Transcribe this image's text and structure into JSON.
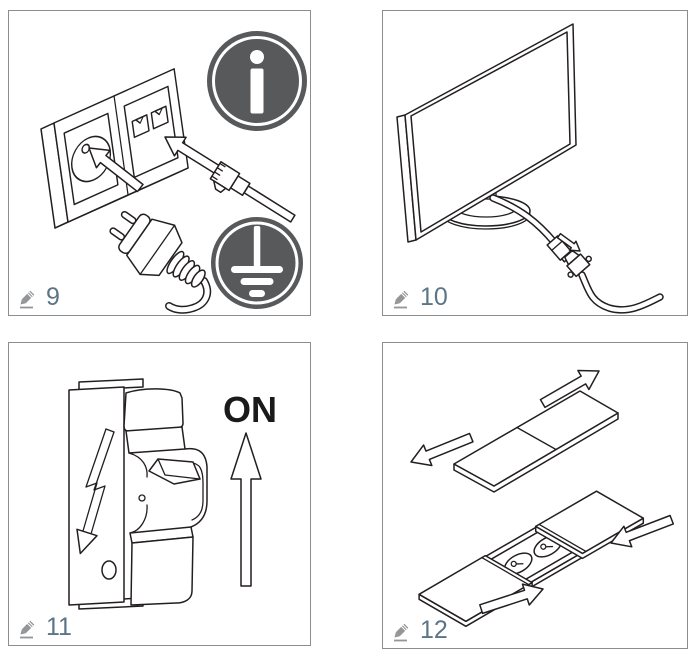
{
  "page": {
    "background": "#ffffff",
    "panel_border_color": "#8b8e90",
    "line_color": "#231f20",
    "icon_fill_color": "#58595b",
    "icon_detail_color": "#ffffff",
    "step_number_color": "#5b7586",
    "pencil_color": "#939598"
  },
  "panels": [
    {
      "id": "step-9",
      "number": "9",
      "icons": [
        "info-icon",
        "ground-icon",
        "pencil-icon"
      ]
    },
    {
      "id": "step-10",
      "number": "10",
      "icons": [
        "pencil-icon"
      ]
    },
    {
      "id": "step-11",
      "number": "11",
      "on_label": "ON",
      "icons": [
        "pencil-icon"
      ]
    },
    {
      "id": "step-12",
      "number": "12",
      "icons": [
        "pencil-icon"
      ]
    }
  ]
}
